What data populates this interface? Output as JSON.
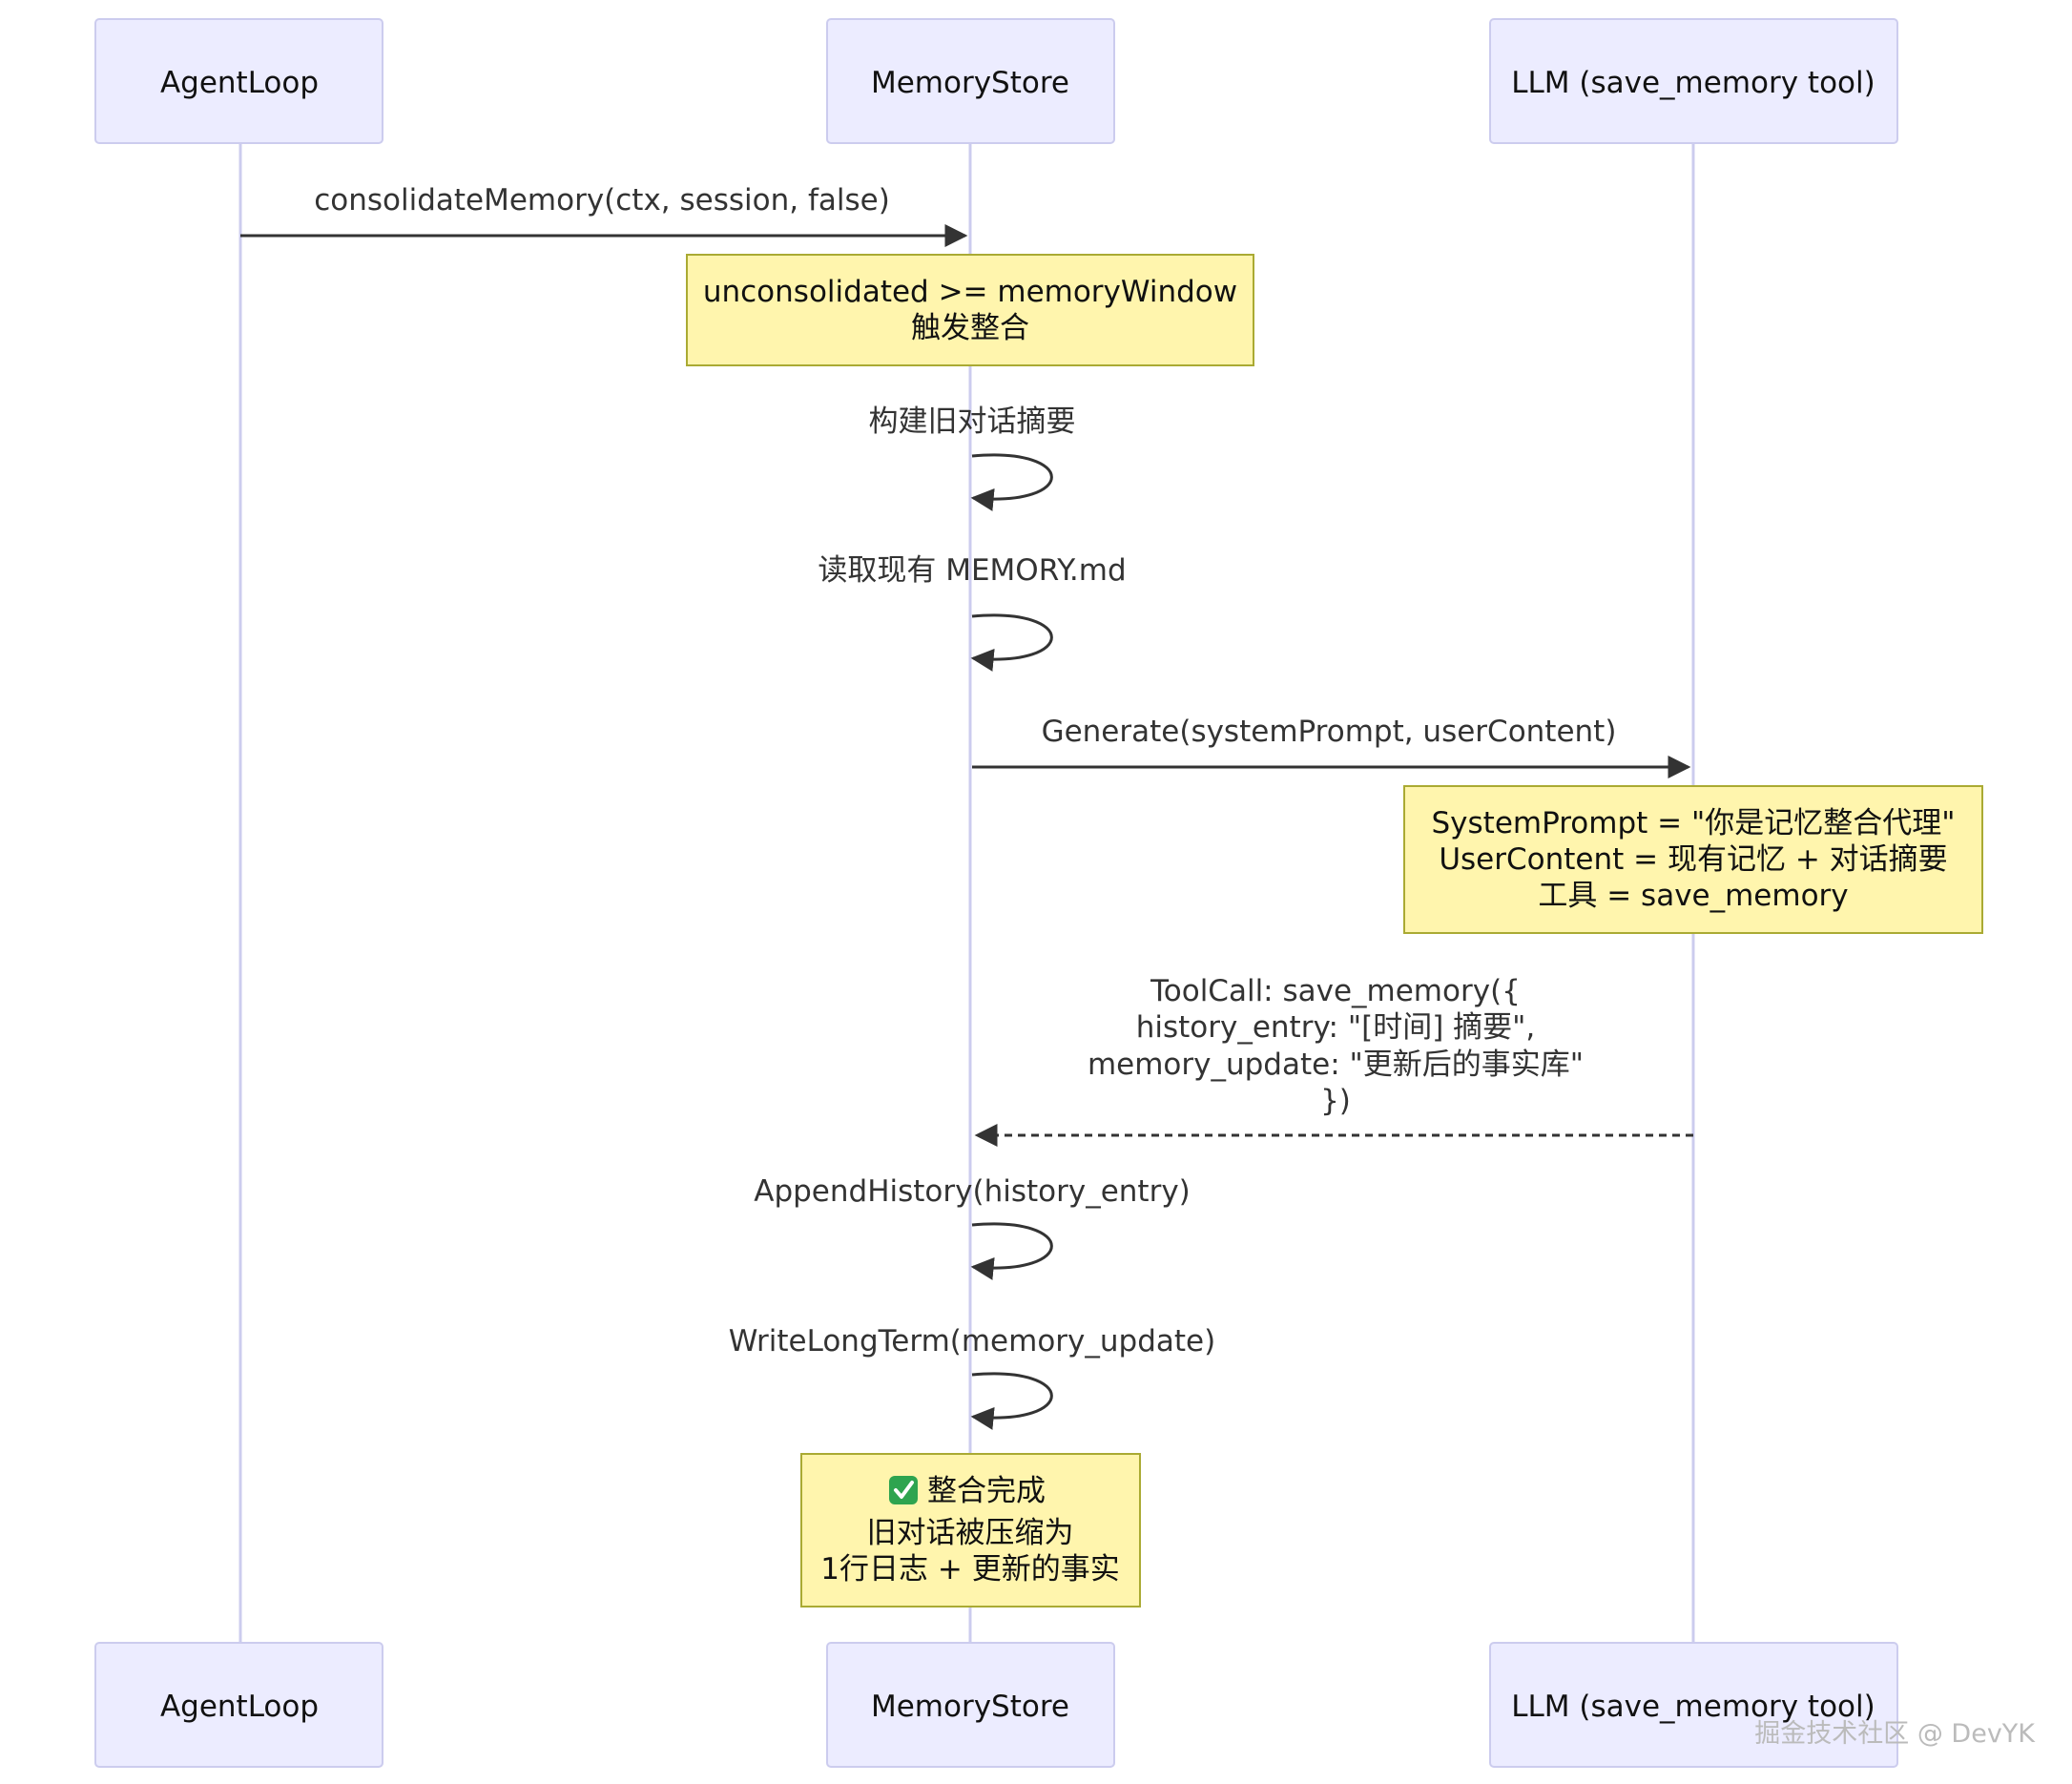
{
  "actors": [
    {
      "id": "agentloop",
      "label": "AgentLoop"
    },
    {
      "id": "memorystore",
      "label": "MemoryStore"
    },
    {
      "id": "llm",
      "label": "LLM (save_memory tool)"
    }
  ],
  "messages": [
    {
      "id": "consolidate",
      "label": "consolidateMemory(ctx, session, false)"
    },
    {
      "id": "build-summary",
      "label": "构建旧对话摘要"
    },
    {
      "id": "read-memory",
      "label": "读取现有 MEMORY.md"
    },
    {
      "id": "generate",
      "label": "Generate(systemPrompt, userContent)"
    },
    {
      "id": "toolcall",
      "lines": [
        "ToolCall: save_memory({",
        "history_entry: \"[时间] 摘要\",",
        "memory_update: \"更新后的事实库\"",
        "})"
      ]
    },
    {
      "id": "append-history",
      "label": "AppendHistory(history_entry)"
    },
    {
      "id": "write-longterm",
      "label": "WriteLongTerm(memory_update)"
    }
  ],
  "notes": [
    {
      "id": "trigger",
      "lines": [
        "unconsolidated >= memoryWindow",
        "触发整合"
      ]
    },
    {
      "id": "prompt",
      "lines": [
        "SystemPrompt = \"你是记忆整合代理\"",
        "UserContent = 现有记忆 + 对话摘要",
        "工具 = save_memory"
      ]
    },
    {
      "id": "done",
      "lines": [
        "整合完成",
        "旧对话被压缩为",
        "1行日志 + 更新的事实"
      ],
      "icon": "check-mark-icon"
    }
  ],
  "watermark": "掘金技术社区 @ DevYK",
  "colors": {
    "actor_fill": "#ECECFF",
    "actor_stroke": "#CCCCEE",
    "note_fill": "#FFF5AD",
    "note_stroke": "#AAAA33",
    "check_green": "#2EA44F"
  }
}
